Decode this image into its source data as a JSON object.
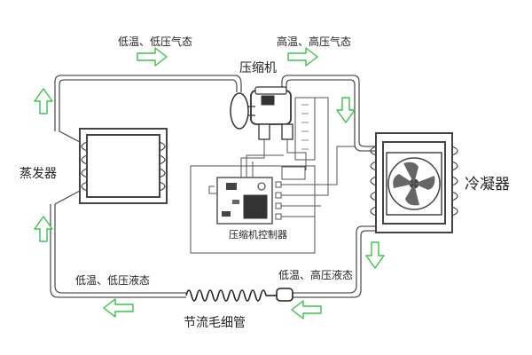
{
  "labels": {
    "top_left_state": "低温、低压气态",
    "top_right_state": "高温、高压气态",
    "compressor": "压缩机",
    "evaporator": "蒸发器",
    "condenser": "冷凝器",
    "controller": "压缩机控制器",
    "bottom_left_state": "低温、低压液态",
    "bottom_right_state": "低温、高压液态",
    "capillary": "节流毛细管"
  },
  "colors": {
    "arrow": "#3cc24a",
    "line": "#555555",
    "text": "#222222"
  },
  "flow_arrows": [
    {
      "name": "top-left-arrow",
      "direction": "right"
    },
    {
      "name": "top-right-arrow",
      "direction": "right"
    },
    {
      "name": "compressor-down-arrow",
      "direction": "down"
    },
    {
      "name": "condenser-down-arrow",
      "direction": "down"
    },
    {
      "name": "bottom-right-arrow",
      "direction": "left"
    },
    {
      "name": "bottom-left-arrow",
      "direction": "left"
    },
    {
      "name": "evaporator-lower-up-arrow",
      "direction": "up"
    },
    {
      "name": "evaporator-upper-up-arrow",
      "direction": "up"
    }
  ]
}
